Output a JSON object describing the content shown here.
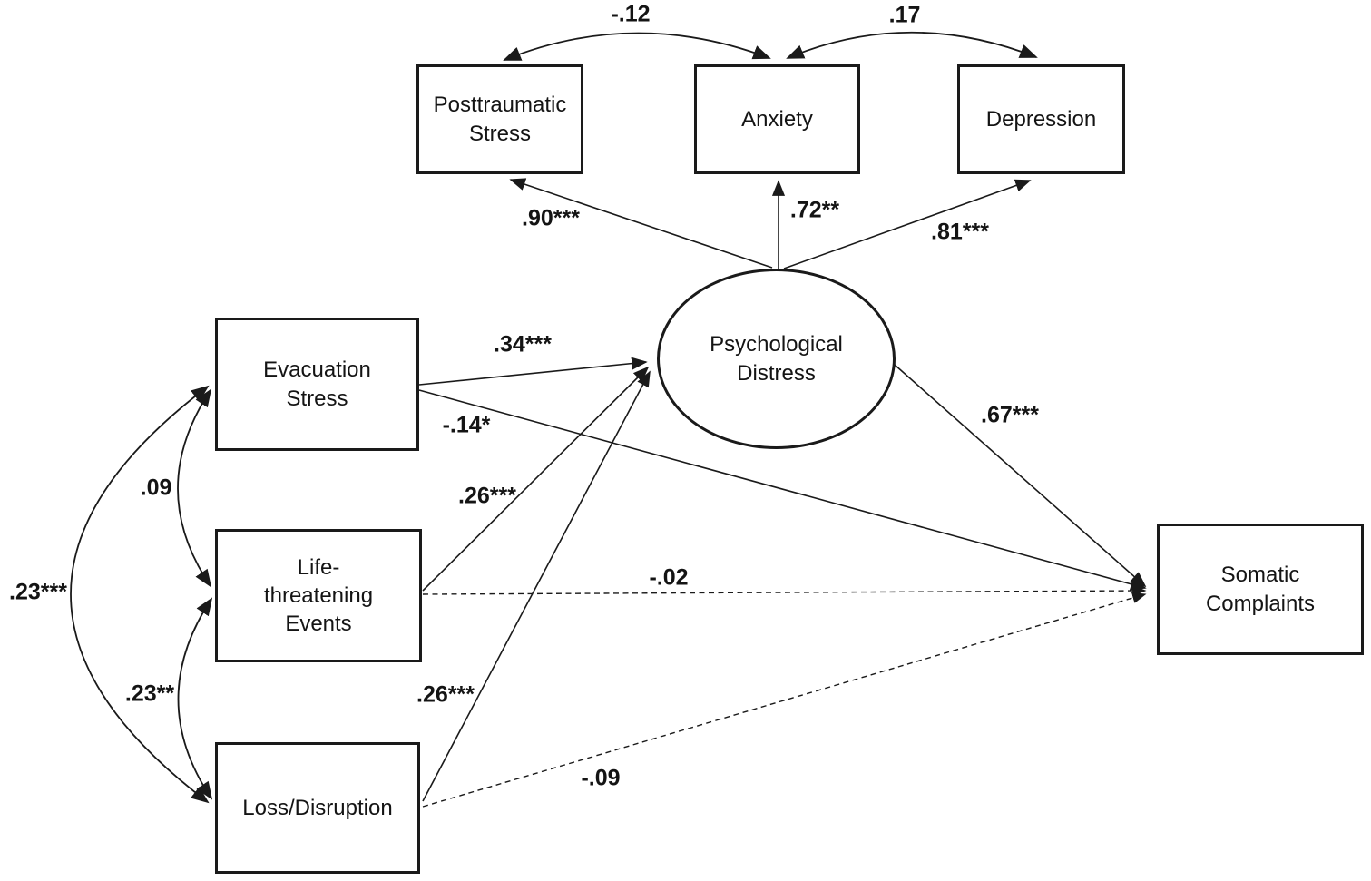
{
  "diagram": {
    "type": "structural-equation-model-path-diagram",
    "nodes": {
      "posttraumatic": "Posttraumatic Stress",
      "anxiety": "Anxiety",
      "depression": "Depression",
      "distress": "Psychological Distress",
      "evacuation": "Evacuation Stress",
      "life_threatening": "Life-threatening Events",
      "loss": "Loss/Disruption",
      "somatic": "Somatic Complaints"
    },
    "loadings": {
      "distress_posttraumatic": ".90***",
      "distress_anxiety": ".72**",
      "distress_depression": ".81***"
    },
    "correlations": {
      "posttraumatic_anxiety": "-.12",
      "anxiety_depression": ".17",
      "evacuation_life": ".09",
      "evacuation_loss": ".23***",
      "life_loss": ".23**"
    },
    "paths": {
      "evacuation_distress": ".34***",
      "evacuation_somatic": "-.14*",
      "life_distress": ".26***",
      "loss_distress": ".26***",
      "life_somatic": "-.02",
      "loss_somatic": "-.09",
      "distress_somatic": ".67***"
    },
    "colors": {
      "line": "#1a1a1a",
      "text": "#141414",
      "background": "#ffffff"
    }
  }
}
